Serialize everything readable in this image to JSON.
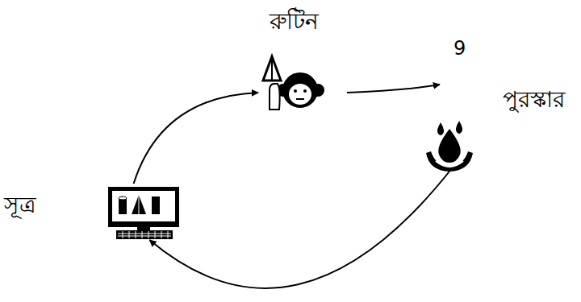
{
  "diagram": {
    "nodes": [
      {
        "text": [
          "রুটিন"
        ]
      },
      {
        "text": [
          "পুরস্কার"
        ]
      },
      {
        "text": [
          "সূত্র"
        ]
      }
    ],
    "edges": [
      {
        "from": 2,
        "to": 0,
        "arrow": "to"
      },
      {
        "from": 0,
        "to": 1,
        "arrow": "to"
      },
      {
        "from": 1,
        "to": 2,
        "arrow": "to"
      }
    ],
    "labels": [
      "9"
    ]
  }
}
